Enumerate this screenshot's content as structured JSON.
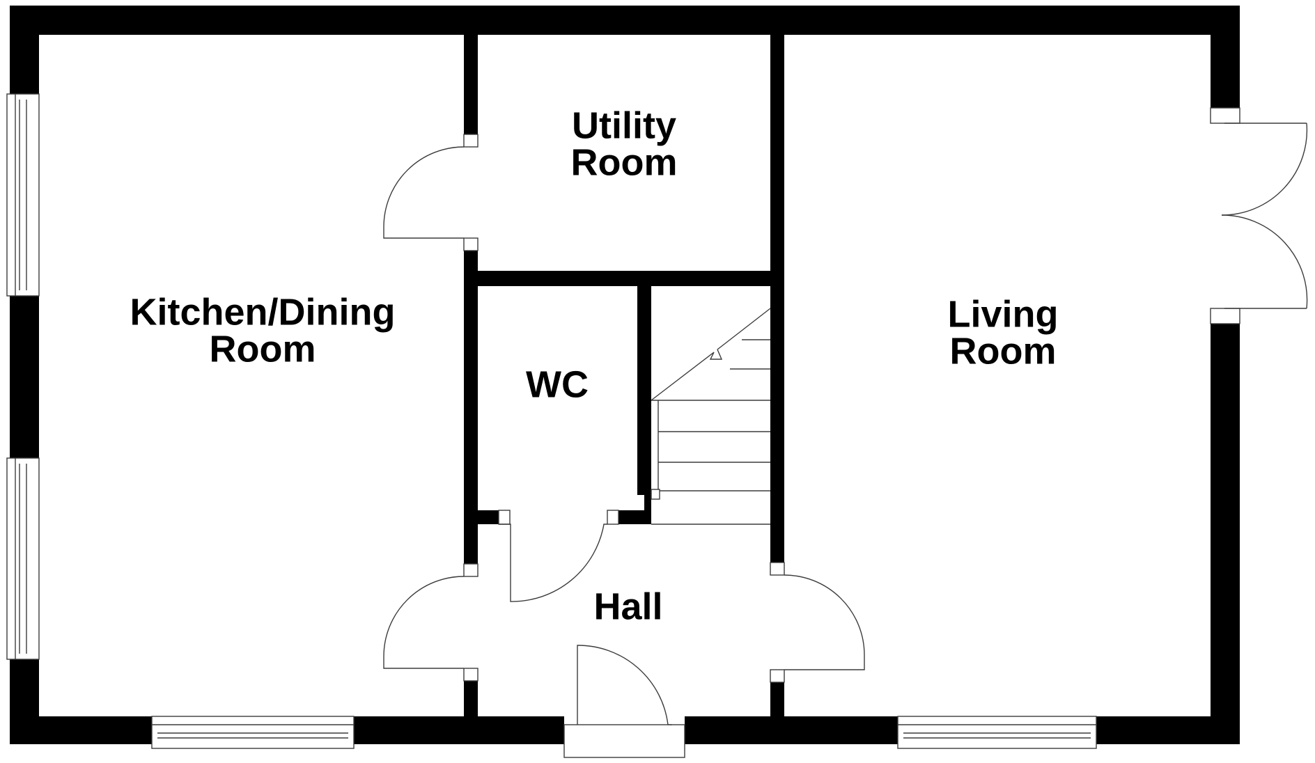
{
  "floorplan": {
    "rooms": {
      "kitchen": {
        "line1": "Kitchen/Dining",
        "line2": "Room"
      },
      "utility": {
        "line1": "Utility",
        "line2": "Room"
      },
      "wc": {
        "line1": "WC"
      },
      "living": {
        "line1": "Living",
        "line2": "Room"
      },
      "hall": {
        "line1": "Hall"
      }
    },
    "colors": {
      "wall": "#000000",
      "background": "#ffffff",
      "line": "#3c3c3c"
    }
  }
}
